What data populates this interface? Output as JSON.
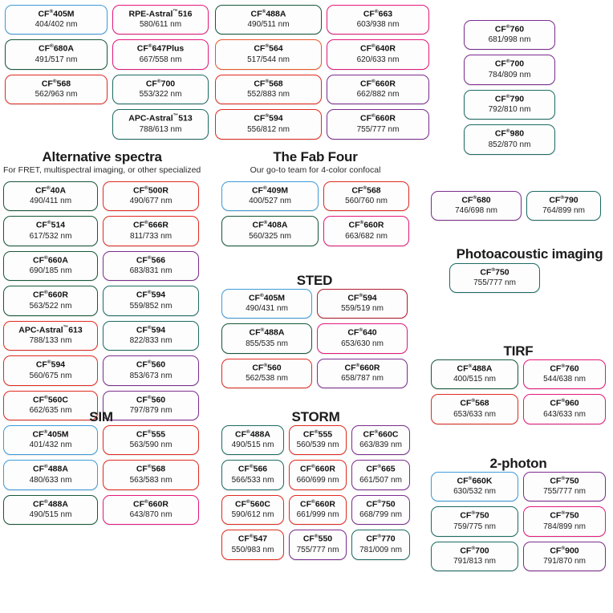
{
  "sections": [
    {
      "id": "top-left",
      "title": "",
      "subtitle": "",
      "columns": [
        {
          "width": 128,
          "items": [
            {
              "name": "CF",
              "sup": "®",
              "code": "405M",
              "value": "404/402 nm",
              "color": "blue"
            },
            {
              "name": "CF",
              "sup": "®",
              "code": "680A",
              "value": "491/517 nm",
              "color": "green"
            },
            {
              "name": "CF",
              "sup": "®",
              "code": "568",
              "value": "562/963 nm",
              "color": "red"
            }
          ]
        },
        {
          "width": 120,
          "items": [
            {
              "name": "RPE-Astral",
              "sup": "™",
              "code": "516",
              "value": "580/611 nm",
              "color": "magenta"
            },
            {
              "name": "CF",
              "sup": "®",
              "code": "647Plus",
              "value": "667/558 nm",
              "color": "magenta"
            },
            {
              "name": "CF",
              "sup": "®",
              "code": "700",
              "value": "553/322 nm",
              "color": "teal"
            },
            {
              "name": "APC-Astral",
              "sup": "™",
              "code": "513",
              "value": "788/613 nm",
              "color": "teal"
            }
          ]
        }
      ]
    },
    {
      "id": "top-middle",
      "title": "",
      "subtitle": "",
      "columns": [
        {
          "width": 133,
          "items": [
            {
              "name": "CF",
              "sup": "®",
              "code": "488A",
              "value": "490/511 nm",
              "color": "green"
            },
            {
              "name": "CF",
              "sup": "®",
              "code": "564",
              "value": "517/544 nm",
              "color": "orange"
            },
            {
              "name": "CF",
              "sup": "®",
              "code": "568",
              "value": "552/883 nm",
              "color": "red"
            },
            {
              "name": "CF",
              "sup": "®",
              "code": "594",
              "value": "556/812 nm",
              "color": "red"
            }
          ]
        },
        {
          "width": 128,
          "items": [
            {
              "name": "CF",
              "sup": "®",
              "code": "663",
              "value": "603/938 nm",
              "color": "magenta"
            },
            {
              "name": "CF",
              "sup": "®",
              "code": "640R",
              "value": "620/633 nm",
              "color": "magenta"
            },
            {
              "name": "CF",
              "sup": "®",
              "code": "660R",
              "value": "662/882 nm",
              "color": "purple"
            },
            {
              "name": "CF",
              "sup": "®",
              "code": "660R",
              "value": "755/777 nm",
              "color": "purple"
            }
          ]
        }
      ]
    },
    {
      "id": "top-right",
      "title": "",
      "subtitle": "",
      "columns": [
        {
          "width": 114,
          "items": [
            {
              "name": "CF",
              "sup": "®",
              "code": "760",
              "value": "681/998 nm",
              "color": "purple"
            },
            {
              "name": "CF",
              "sup": "®",
              "code": "700",
              "value": "784/809 nm",
              "color": "purple"
            },
            {
              "name": "CF",
              "sup": "®",
              "code": "790",
              "value": "792/810 nm",
              "color": "teal"
            },
            {
              "name": "CF",
              "sup": "®",
              "code": "980",
              "value": "852/870 nm",
              "color": "teal"
            }
          ]
        }
      ]
    },
    {
      "id": "alternative-spectra",
      "title": "Alternative spectra",
      "subtitle": "For FRET, multispectral imaging, or other specialized",
      "columns": [
        {
          "width": 118,
          "items": [
            {
              "name": "CF",
              "sup": "®",
              "code": "40A",
              "value": "490/411 nm",
              "color": "green"
            },
            {
              "name": "CF",
              "sup": "®",
              "code": "514",
              "value": "617/532 nm",
              "color": "green"
            },
            {
              "name": "CF",
              "sup": "®",
              "code": "660A",
              "value": "690/185 nm",
              "color": "green"
            },
            {
              "name": "CF",
              "sup": "®",
              "code": "660R",
              "value": "563/522 nm",
              "color": "green"
            },
            {
              "name": "APC-Astral",
              "sup": "™",
              "code": "613",
              "value": "788/133 nm",
              "color": "red"
            },
            {
              "name": "CF",
              "sup": "®",
              "code": "594",
              "value": "560/675 nm",
              "color": "red"
            },
            {
              "name": "CF",
              "sup": "®",
              "code": "560C",
              "value": "662/635 nm",
              "color": "red"
            }
          ]
        },
        {
          "width": 120,
          "items": [
            {
              "name": "CF",
              "sup": "®",
              "code": "500R",
              "value": "490/677 nm",
              "color": "red"
            },
            {
              "name": "CF",
              "sup": "®",
              "code": "666R",
              "value": "811/733 nm",
              "color": "red"
            },
            {
              "name": "CF",
              "sup": "®",
              "code": "566",
              "value": "683/831 nm",
              "color": "purple"
            },
            {
              "name": "CF",
              "sup": "®",
              "code": "594",
              "value": "559/852 nm",
              "color": "teal"
            },
            {
              "name": "CF",
              "sup": "®",
              "code": "594",
              "value": "822/833 nm",
              "color": "teal"
            },
            {
              "name": "CF",
              "sup": "®",
              "code": "560",
              "value": "853/673 nm",
              "color": "purple"
            },
            {
              "name": "CF",
              "sup": "®",
              "code": "560",
              "value": "797/879 nm",
              "color": "purple"
            }
          ]
        }
      ]
    },
    {
      "id": "fab-four",
      "title": "The Fab Four",
      "subtitle": "Our go-to team for 4-color confocal",
      "columns": [
        {
          "width": 121,
          "items": [
            {
              "name": "CF",
              "sup": "®",
              "code": "409M",
              "value": "400/527 nm",
              "color": "blue"
            },
            {
              "name": "CF",
              "sup": "®",
              "code": "408A",
              "value": "560/325 nm",
              "color": "green"
            }
          ]
        },
        {
          "width": 107,
          "items": [
            {
              "name": "CF",
              "sup": "®",
              "code": "568",
              "value": "560/760 nm",
              "color": "red"
            },
            {
              "name": "CF",
              "sup": "®",
              "code": "660R",
              "value": "663/682 nm",
              "color": "magenta"
            }
          ]
        }
      ]
    },
    {
      "id": "sted",
      "title": "STED",
      "subtitle": "",
      "columns": [
        {
          "width": 113,
          "items": [
            {
              "name": "CF",
              "sup": "®",
              "code": "405M",
              "value": "490/431 nm",
              "color": "blue"
            },
            {
              "name": "CF",
              "sup": "®",
              "code": "488A",
              "value": "855/535 nm",
              "color": "green"
            },
            {
              "name": "CF",
              "sup": "®",
              "code": "560",
              "value": "562/538 nm",
              "color": "red"
            }
          ]
        },
        {
          "width": 113,
          "items": [
            {
              "name": "CF",
              "sup": "®",
              "code": "594",
              "value": "559/519 nm",
              "color": "darkred"
            },
            {
              "name": "CF",
              "sup": "®",
              "code": "640",
              "value": "653/630 nm",
              "color": "magenta"
            },
            {
              "name": "CF",
              "sup": "®",
              "code": "660R",
              "value": "658/787 nm",
              "color": "purple"
            }
          ]
        }
      ]
    },
    {
      "id": "sim",
      "title": "SIM",
      "subtitle": "",
      "columns": [
        {
          "width": 118,
          "items": [
            {
              "name": "CF",
              "sup": "®",
              "code": "405M",
              "value": "401/432 nm",
              "color": "blue"
            },
            {
              "name": "CF",
              "sup": "®",
              "code": "488A",
              "value": "480/633 nm",
              "color": "blue"
            },
            {
              "name": "CF",
              "sup": "®",
              "code": "488A",
              "value": "490/515 nm",
              "color": "green"
            }
          ]
        },
        {
          "width": 120,
          "items": [
            {
              "name": "CF",
              "sup": "®",
              "code": "555",
              "value": "563/590 nm",
              "color": "red"
            },
            {
              "name": "CF",
              "sup": "®",
              "code": "568",
              "value": "563/583 nm",
              "color": "red"
            },
            {
              "name": "CF",
              "sup": "®",
              "code": "660R",
              "value": "643/870 nm",
              "color": "magenta"
            }
          ]
        }
      ]
    },
    {
      "id": "storm",
      "title": "STORM",
      "subtitle": "",
      "columns": [
        {
          "width": 78,
          "items": [
            {
              "name": "CF",
              "sup": "®",
              "code": "488A",
              "value": "490/515 nm",
              "color": "teal"
            },
            {
              "name": "CF",
              "sup": "®",
              "code": "566",
              "value": "566/533 nm",
              "color": "teal"
            },
            {
              "name": "CF",
              "sup": "®",
              "code": "560C",
              "value": "590/612 nm",
              "color": "red"
            },
            {
              "name": "CF",
              "sup": "®",
              "code": "547",
              "value": "550/983 nm",
              "color": "red"
            }
          ]
        },
        {
          "width": 72,
          "items": [
            {
              "name": "CF",
              "sup": "®",
              "code": "555",
              "value": "560/539 nm",
              "color": "red"
            },
            {
              "name": "CF",
              "sup": "®",
              "code": "660R",
              "value": "660/699 nm",
              "color": "red"
            },
            {
              "name": "CF",
              "sup": "®",
              "code": "660R",
              "value": "661/999 nm",
              "color": "red"
            },
            {
              "name": "CF",
              "sup": "®",
              "code": "550",
              "value": "755/777 nm",
              "color": "purple"
            }
          ]
        },
        {
          "width": 73,
          "items": [
            {
              "name": "CF",
              "sup": "®",
              "code": "660C",
              "value": "663/839 nm",
              "color": "purple"
            },
            {
              "name": "CF",
              "sup": "®",
              "code": "665",
              "value": "661/507 nm",
              "color": "purple"
            },
            {
              "name": "CF",
              "sup": "®",
              "code": "750",
              "value": "668/799 nm",
              "color": "purple"
            },
            {
              "name": "CF",
              "sup": "®",
              "code": "770",
              "value": "781/009 nm",
              "color": "teal"
            }
          ]
        }
      ]
    },
    {
      "id": "right-pair",
      "title": "",
      "subtitle": "",
      "columns": [
        {
          "width": 113,
          "items": [
            {
              "name": "CF",
              "sup": "®",
              "code": "680",
              "value": "746/698 nm",
              "color": "purple"
            }
          ]
        },
        {
          "width": 93,
          "items": [
            {
              "name": "CF",
              "sup": "®",
              "code": "790",
              "value": "764/899 nm",
              "color": "teal"
            }
          ]
        }
      ]
    },
    {
      "id": "photoacoustic",
      "title": "Photoacoustic imaging",
      "subtitle": "",
      "columns": [
        {
          "width": 113,
          "items": [
            {
              "name": "CF",
              "sup": "®",
              "code": "750",
              "value": "755/777 nm",
              "color": "teal"
            }
          ]
        }
      ]
    },
    {
      "id": "tirf",
      "title": "TIRF",
      "subtitle": "",
      "columns": [
        {
          "width": 109,
          "items": [
            {
              "name": "CF",
              "sup": "®",
              "code": "488A",
              "value": "400/515 nm",
              "color": "green"
            },
            {
              "name": "CF",
              "sup": "®",
              "code": "568",
              "value": "653/633 nm",
              "color": "red"
            }
          ]
        },
        {
          "width": 103,
          "items": [
            {
              "name": "CF",
              "sup": "®",
              "code": "760",
              "value": "544/638 nm",
              "color": "magenta"
            },
            {
              "name": "CF",
              "sup": "®",
              "code": "960",
              "value": "643/633 nm",
              "color": "magenta"
            }
          ]
        }
      ]
    },
    {
      "id": "two-photon",
      "title": "2-photon",
      "subtitle": "",
      "columns": [
        {
          "width": 109,
          "items": [
            {
              "name": "CF",
              "sup": "®",
              "code": "660K",
              "value": "630/532 nm",
              "color": "blue"
            },
            {
              "name": "CF",
              "sup": "®",
              "code": "750",
              "value": "759/775 nm",
              "color": "teal"
            },
            {
              "name": "CF",
              "sup": "®",
              "code": "700",
              "value": "791/813 nm",
              "color": "teal"
            }
          ]
        },
        {
          "width": 103,
          "items": [
            {
              "name": "CF",
              "sup": "®",
              "code": "750",
              "value": "755/777 nm",
              "color": "purple"
            },
            {
              "name": "CF",
              "sup": "®",
              "code": "750",
              "value": "784/899 nm",
              "color": "magenta"
            },
            {
              "name": "CF",
              "sup": "®",
              "code": "900",
              "value": "791/870 nm",
              "color": "purple"
            }
          ]
        }
      ]
    }
  ],
  "palette": {
    "blue": "#3d9bd9",
    "green": "#17573a",
    "red": "#e02b20",
    "magenta": "#e4187c",
    "purple": "#7b2d8e",
    "teal": "#1d6b63",
    "orange": "#e8562a",
    "darkred": "#b01a2e",
    "background": "#ffffff",
    "text": "#231f20"
  }
}
